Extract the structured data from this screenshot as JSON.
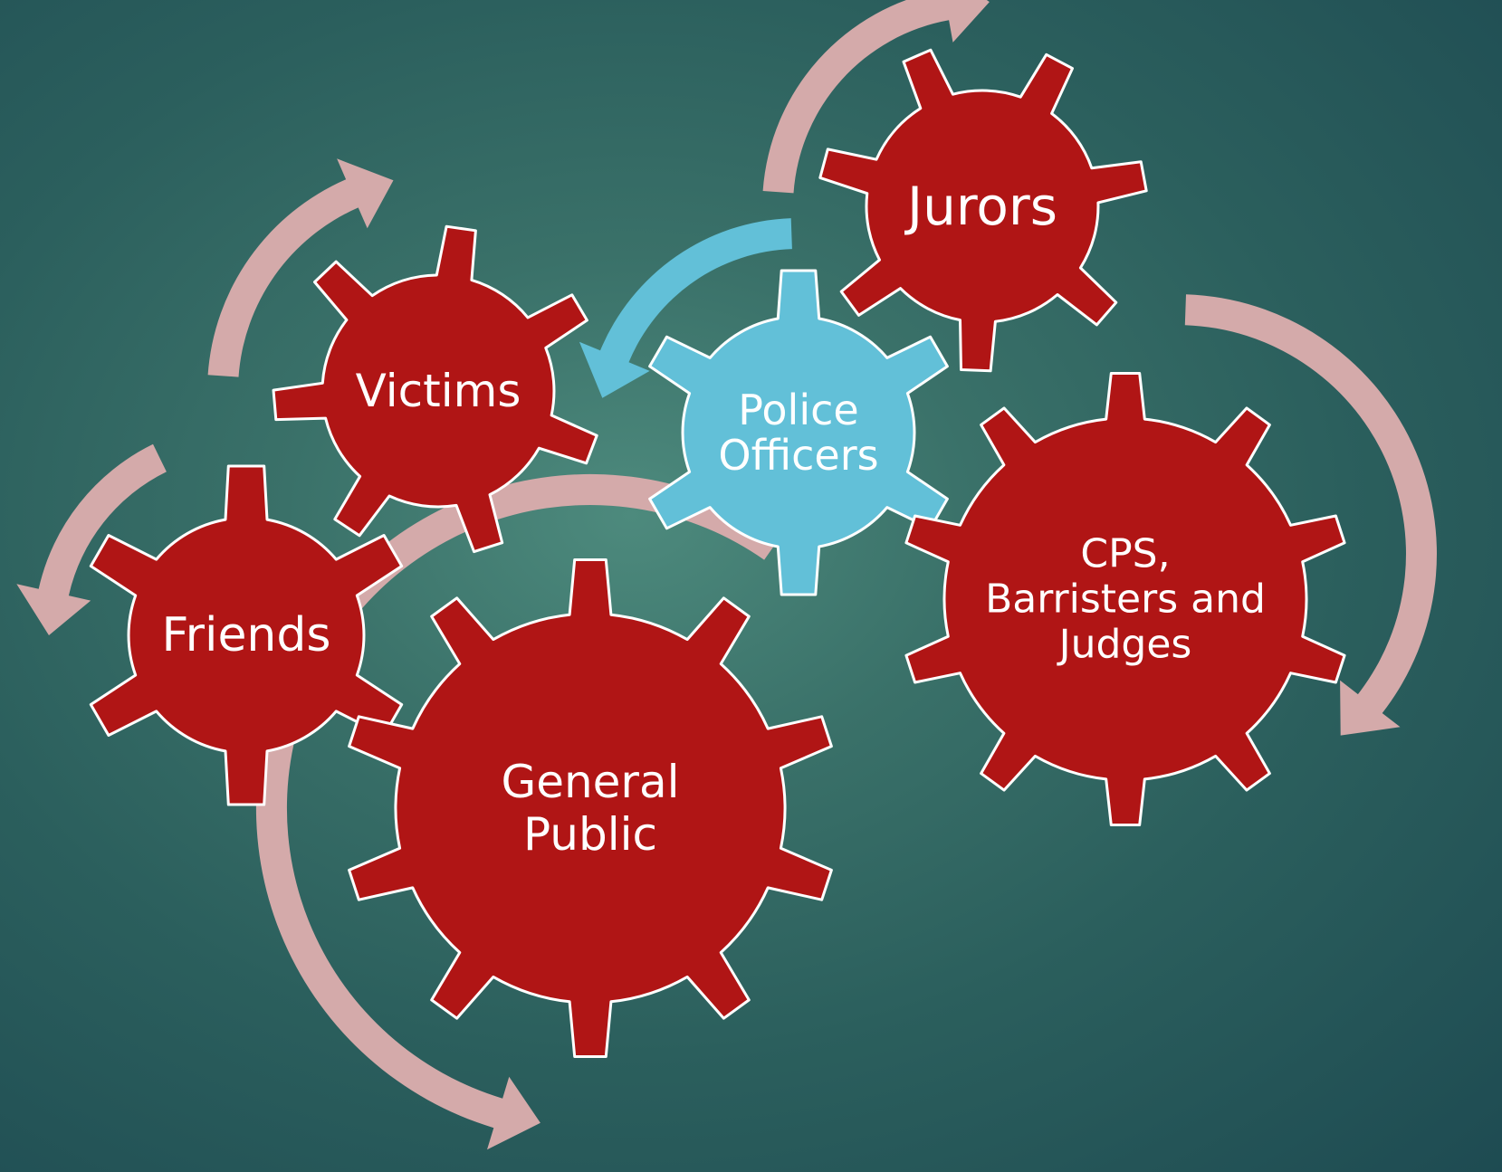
{
  "colors": {
    "gear_red": "#b01515",
    "gear_blue": "#62c0d8",
    "arrow_pink": "#d4aaaa",
    "arrow_blue": "#62c0d8",
    "outline": "#ffffff"
  },
  "gears": {
    "jurors": {
      "label": [
        "Jurors"
      ],
      "color": "gear_red"
    },
    "victims": {
      "label": [
        "Victims"
      ],
      "color": "gear_red"
    },
    "police": {
      "label": [
        "Police",
        "Officers"
      ],
      "color": "gear_blue"
    },
    "friends": {
      "label": [
        "Friends"
      ],
      "color": "gear_red"
    },
    "general_public": {
      "label": [
        "General",
        "Public"
      ],
      "color": "gear_red"
    },
    "cps": {
      "label": [
        "CPS,",
        "Barristers and",
        "Judges"
      ],
      "color": "gear_red"
    }
  },
  "arrows": [
    {
      "id": "jurors-arrow",
      "color": "arrow_pink",
      "direction": "clockwise"
    },
    {
      "id": "police-to-victims-arrow",
      "color": "arrow_blue",
      "direction": "counter-clockwise"
    },
    {
      "id": "victims-arrow",
      "color": "arrow_pink",
      "direction": "clockwise"
    },
    {
      "id": "friends-arrow",
      "color": "arrow_pink",
      "direction": "counter-clockwise"
    },
    {
      "id": "general-public-arrow",
      "color": "arrow_pink",
      "direction": "clockwise"
    },
    {
      "id": "cps-arrow",
      "color": "arrow_pink",
      "direction": "clockwise"
    }
  ]
}
